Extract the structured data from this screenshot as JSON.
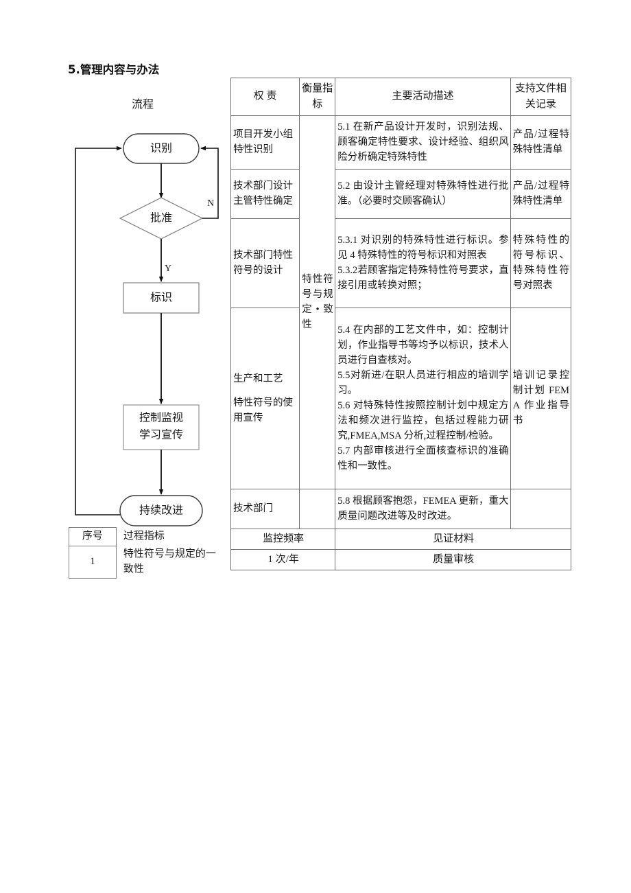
{
  "document": {
    "section_title": "5.管理内容与办法"
  },
  "flowchart": {
    "caption": "流程",
    "nodes": [
      {
        "id": "identify",
        "label": "识别",
        "shape": "stadium"
      },
      {
        "id": "approve",
        "label": "批准",
        "shape": "diamond"
      },
      {
        "id": "mark",
        "label": "标识",
        "shape": "rect"
      },
      {
        "id": "control",
        "label_line1": "控制监视",
        "label_line2": "学习宣传",
        "shape": "rect"
      },
      {
        "id": "improve",
        "label": "持续改进",
        "shape": "stadium"
      }
    ],
    "edge_labels": {
      "no": "N",
      "yes": "Y"
    }
  },
  "indicator_table": {
    "headers": {
      "seq": "序号",
      "desc": "过程指标"
    },
    "rows": [
      {
        "seq": "1",
        "desc_line1": "特性符号与规定的一",
        "desc_line2": "致性"
      }
    ]
  },
  "main_table": {
    "headers": {
      "responsibility": "权 责",
      "metric": "衡量指标",
      "description": "主要活动描述",
      "documents": "支持文件相关记录"
    },
    "metric_merged_value": "特性符号与规定•致性",
    "rows": [
      {
        "responsibility_line1": "项目开发小组",
        "responsibility_line2": "特性识别",
        "description": "5.1 在新产品设计开发时，识别法规、顾客确定特性要求、设计经验、组织风险分析确定特殊特性",
        "documents": "产品/过程特殊特性清单"
      },
      {
        "responsibility_line1": "技术部门设计",
        "responsibility_line2": "主管特性确定",
        "description": "5.2 由设计主管经理对特殊特性进行批准。（必要时交顾客确认）",
        "documents": "产品/过程特殊特性清单"
      },
      {
        "responsibility_line1": "技术部门特性",
        "responsibility_line2": "符号的设计",
        "description_p1": "5.3.1 对识别的特殊特性进行标识。参见 4 特殊特性的符号标识和对照表",
        "description_p2": "5.3.2若顾客指定特殊特性符号要求，直接引用或转换对照；",
        "documents": "特殊特性的符号标识、特殊特性符号对照表"
      },
      {
        "responsibility_line1": "生产和工艺",
        "responsibility_line2": "特性符号的使用宣传",
        "description_p1": "5.4 在内部的工艺文件中，如：控制计划，作业指导书等均予以标识，技术人员进行自查核对。",
        "description_p2": "5.5对新进/在职人员进行相应的培训学习。",
        "description_p3": "5.6 对特殊特性按照控制计划中规定方法和频次进行监控，包括过程能力研究,FMEA,MSA 分析,过程控制/检验。",
        "description_p4": "5.7 内部审核进行全面核查标识的准确性和一致性。",
        "documents": "培训记录控制计划 FEMA 作业指导书"
      },
      {
        "responsibility_line1": "技术部门",
        "responsibility_line2": "",
        "description": "5.8 根据顾客抱怨，FEMEA 更新，重大质量问题改进等及时改进。",
        "documents": ""
      }
    ],
    "footer": {
      "frequency_label": "监控频率",
      "evidence_label": "见证材料",
      "frequency_value": "1 次/年",
      "evidence_value": "质量审核"
    }
  }
}
